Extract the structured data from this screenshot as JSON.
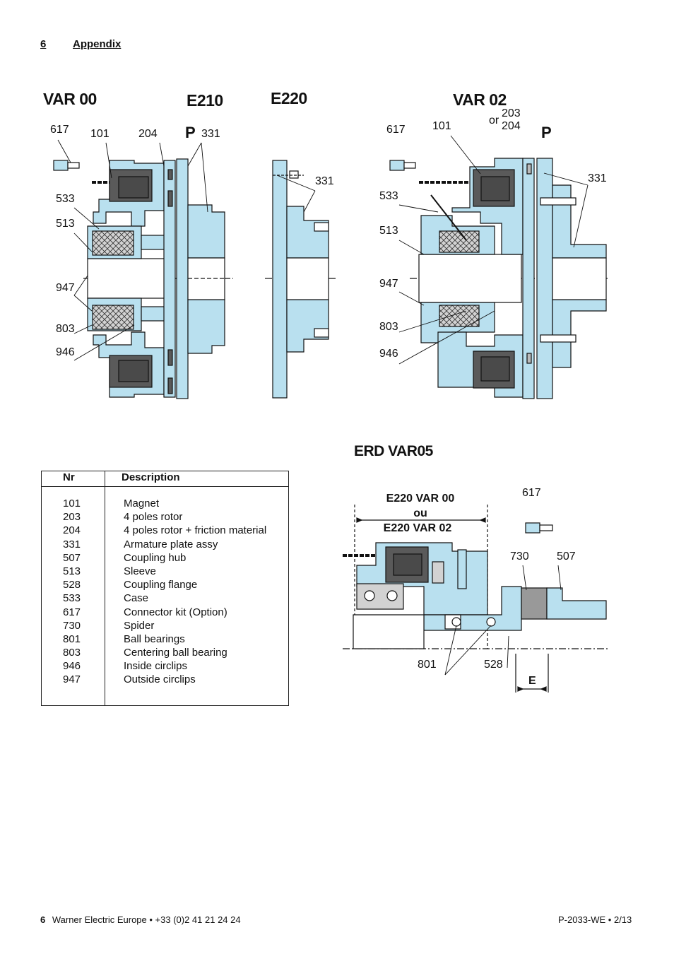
{
  "header": {
    "page_number": "6",
    "section": "Appendix"
  },
  "diagram_titles": {
    "var00": "VAR 00",
    "e210": "E210",
    "e220": "E220",
    "var02": "VAR 02",
    "erd": "ERD VAR05"
  },
  "var00_labels": {
    "l617": "617",
    "l101": "101",
    "l204": "204",
    "lP": "P",
    "l331": "331",
    "l533": "533",
    "l513": "513",
    "l947": "947",
    "l803": "803",
    "l946": "946"
  },
  "e220_labels": {
    "l331": "331"
  },
  "var02_labels": {
    "l617": "617",
    "l101": "101",
    "lor": "or",
    "l203": "203",
    "l204": "204",
    "lP": "P",
    "l331": "331",
    "l533": "533",
    "l513": "513",
    "l947": "947",
    "l803": "803",
    "l946": "946"
  },
  "erd_labels": {
    "line1": "E220 VAR 00",
    "line2": "ou",
    "line3": "E220 VAR 02",
    "l617": "617",
    "l730": "730",
    "l507": "507",
    "l801": "801",
    "l528": "528",
    "lE": "E"
  },
  "parts_table": {
    "headers": {
      "nr": "Nr",
      "description": "Description"
    },
    "rows": [
      {
        "nr": "101",
        "desc": "Magnet"
      },
      {
        "nr": "203",
        "desc": "4 poles rotor"
      },
      {
        "nr": "204",
        "desc": "4 poles rotor + friction material"
      },
      {
        "nr": "331",
        "desc": "Armature plate assy"
      },
      {
        "nr": "507",
        "desc": "Coupling hub"
      },
      {
        "nr": "513",
        "desc": "Sleeve"
      },
      {
        "nr": "528",
        "desc": "Coupling flange"
      },
      {
        "nr": "533",
        "desc": "Case"
      },
      {
        "nr": "617",
        "desc": "Connector kit (Option)"
      },
      {
        "nr": "730",
        "desc": "Spider"
      },
      {
        "nr": "801",
        "desc": "Ball bearings"
      },
      {
        "nr": "803",
        "desc": "Centering ball bearing"
      },
      {
        "nr": "946",
        "desc": "Inside circlips"
      },
      {
        "nr": "947",
        "desc": "Outside circlips"
      }
    ]
  },
  "footer": {
    "left_page": "6",
    "left_text": "Warner Electric Europe • +33 (0)2 41 21 24 24",
    "right_text": "P-2033-WE • 2/13"
  },
  "colors": {
    "part_fill": "#b9e0ef",
    "coil_fill": "#5a5a5a",
    "bearing_fill": "#d2d2d2",
    "line": "#111111"
  }
}
